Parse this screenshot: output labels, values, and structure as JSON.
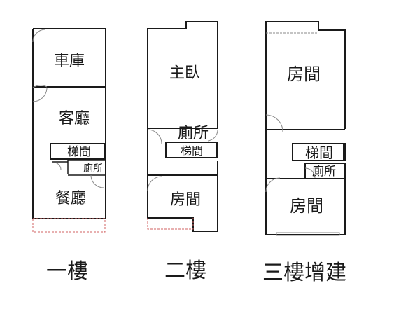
{
  "floors": [
    {
      "label": "一樓",
      "rooms": [
        "車庫",
        "客廳",
        "梯間",
        "廁所",
        "餐廳"
      ]
    },
    {
      "label": "二樓",
      "rooms": [
        "主臥",
        "廁所",
        "梯間",
        "房間"
      ]
    },
    {
      "label": "三樓增建",
      "rooms": [
        "房間",
        "梯間",
        "廁所",
        "房間"
      ]
    }
  ],
  "colors": {
    "wall": "#1a1a1a",
    "door_arc": "#8a8a8a",
    "outdoor_dashed": "#d06060"
  }
}
